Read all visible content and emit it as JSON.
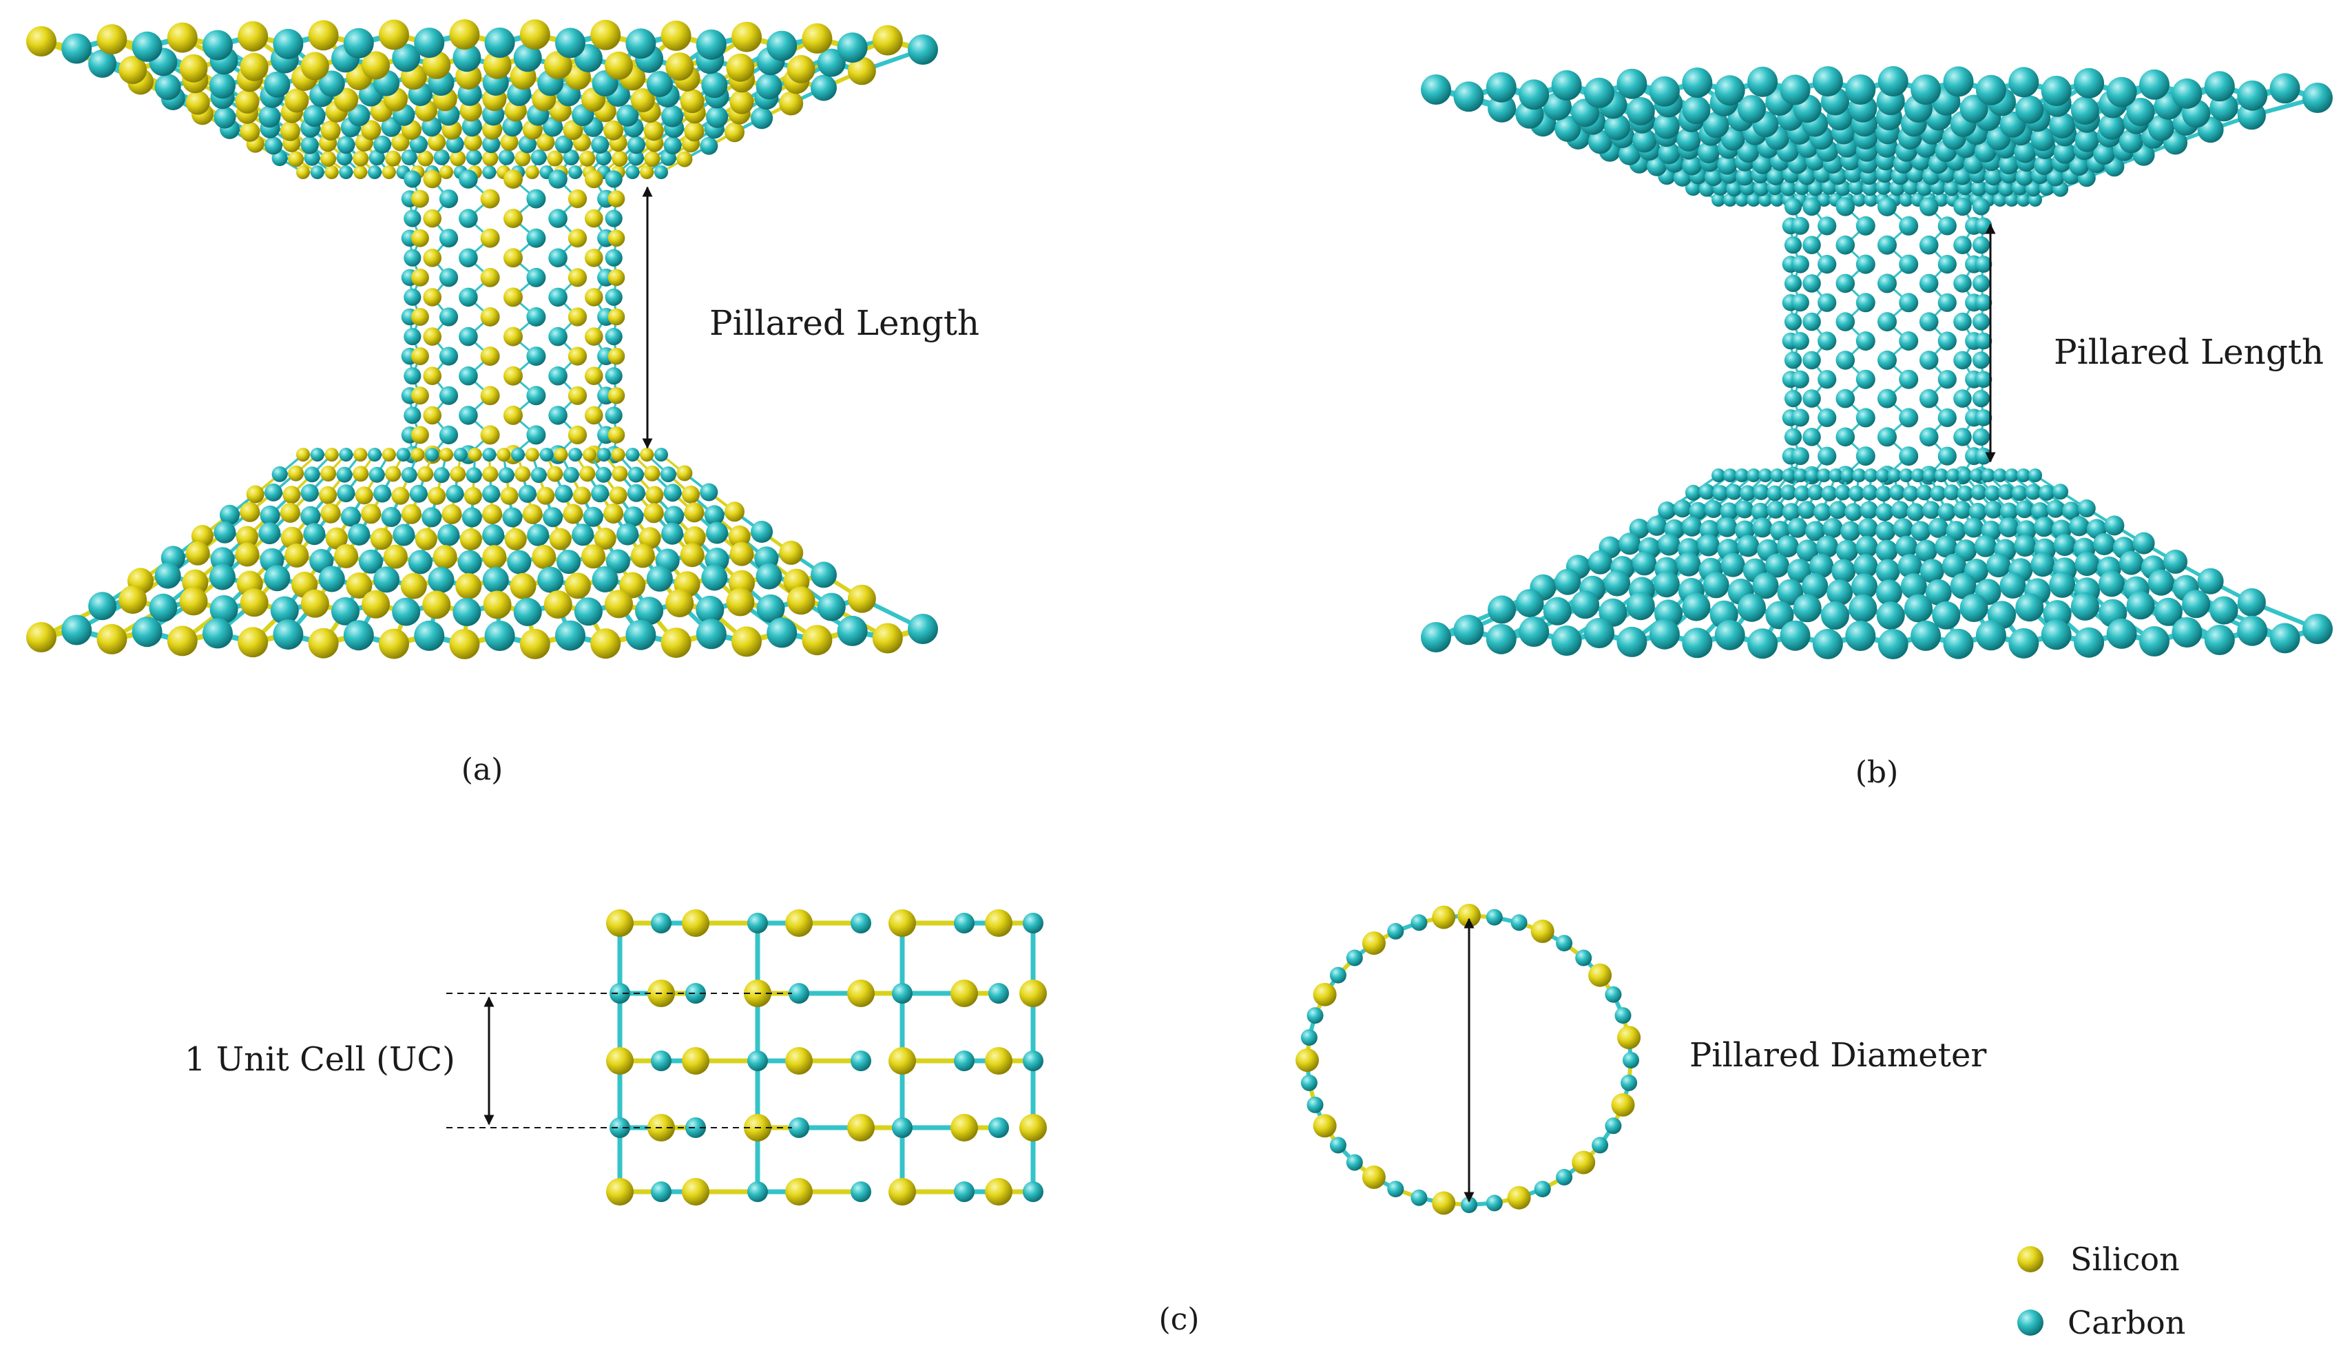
{
  "labels": {
    "pillared_length_a": "Pillared Length",
    "pillared_length_b": "Pillared Length",
    "caption_a": "(a)",
    "caption_b": "(b)",
    "caption_c": "(c)",
    "unit_cell": "1 Unit Cell (UC)",
    "pillared_diameter": "Pillared Diameter"
  },
  "legend": [
    {
      "label": "Silicon",
      "color": "#e4d51a"
    },
    {
      "label": "Carbon",
      "color": "#2fbfc4"
    }
  ],
  "colors": {
    "silicon": "#e4d51a",
    "silicon_shade": "#8a7f00",
    "carbon": "#2fbfc4",
    "carbon_shade": "#0b6f74",
    "bond_carbon": "#34c3c8",
    "bond_silicon": "#d9d21c",
    "arrow": "#111111"
  },
  "panels": [
    {
      "id": "a",
      "type": "pillared-sic-structure",
      "atoms": [
        "silicon",
        "carbon"
      ]
    },
    {
      "id": "b",
      "type": "pillared-graphene-structure",
      "atoms": [
        "carbon"
      ]
    },
    {
      "id": "c-side",
      "type": "nanotube-side-view",
      "atoms": [
        "silicon",
        "carbon"
      ]
    },
    {
      "id": "c-top",
      "type": "nanotube-top-view",
      "atoms": [
        "silicon",
        "carbon"
      ]
    }
  ]
}
